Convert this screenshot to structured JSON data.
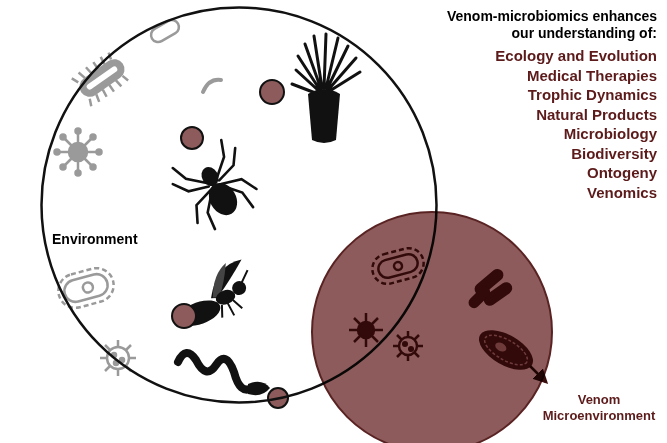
{
  "diagram": {
    "title": "Venom-microbiomics enhances our understanding of:",
    "nodes": [
      {
        "text": [
          "Environment"
        ]
      },
      {
        "text": [
          "Venom Microenvironment"
        ]
      }
    ],
    "labels": [
      "Ecology and Evolution",
      "Medical Therapies",
      "Trophic Dynamics",
      "Natural Products",
      "Microbiology",
      "Biodiversity",
      "Ontogeny",
      "Venomics"
    ]
  }
}
